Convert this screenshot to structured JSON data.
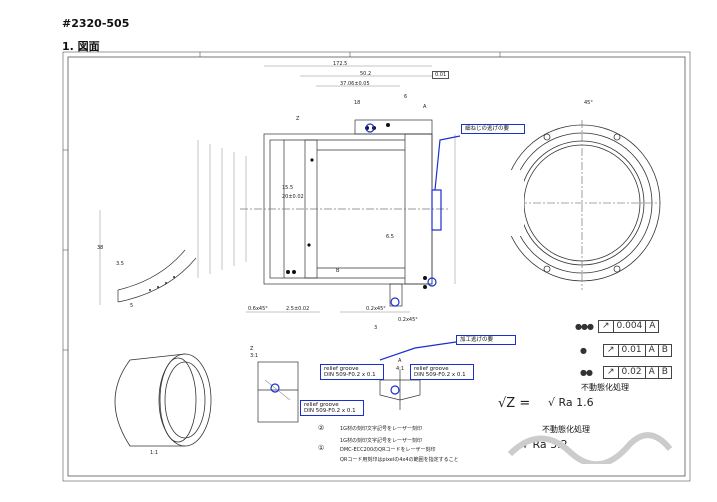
{
  "header": {
    "doc_id": "#2320-505",
    "section": "1. 図面"
  },
  "callouts": {
    "screw_relief": "細ねじの逃げの要",
    "machining_relief": "加工逃げの要",
    "relief1": [
      "relief groove",
      "DIN 509-F0.2 x 0.1"
    ],
    "relief2": [
      "relief groove",
      "DIN 509-F0.2 x 0.1"
    ],
    "relief3": [
      "relief groove",
      "DIN 509-F0.2 x 0.1"
    ]
  },
  "tolerances": [
    {
      "marks": "●●●",
      "value": "0.004",
      "datum": [
        "A"
      ]
    },
    {
      "marks": "●",
      "value": "0.01",
      "datum": [
        "A",
        "B"
      ]
    },
    {
      "marks": "●●",
      "value": "0.02",
      "datum": [
        "A",
        "B"
      ]
    }
  ],
  "surface": {
    "label1": "不動態化処理",
    "z_symbol": "Z",
    "ra1": "Ra 1.6",
    "label2": "不動態化処理",
    "ra2": "Ra 3.2"
  },
  "notes": {
    "n2": "1G材の刻印文字記号をレーザー刻印",
    "n2b": "1G材の刻印文字記号をレーザー刻印",
    "n2c": "DMC-ECC200のQRコードをレーザー刻印",
    "n2d": "QRコード用刻印はpixelの4x4の範囲を指定すること",
    "circ2": "②",
    "circ1": "①"
  },
  "dims": {
    "d1": "172.5",
    "d2": "50.2",
    "d3": "37.06±0.05",
    "d4": "0.01",
    "d5": "6",
    "d6": "18",
    "d7": "45°",
    "d8": "15.5",
    "d9": "20±0.02",
    "d10": "6.5",
    "d11": "3",
    "d12": "0.6x45°",
    "d13": "2.5±0.02",
    "d14": "0.2x45°",
    "d15": "0.2x45°",
    "d16": "Z",
    "d17": "Z",
    "d18": "A",
    "d19": "A",
    "d20": "B",
    "d21": "3.5",
    "d22": "38",
    "d23": "5",
    "d24": "1:1",
    "d25": "4:1",
    "d26": "3:1"
  }
}
